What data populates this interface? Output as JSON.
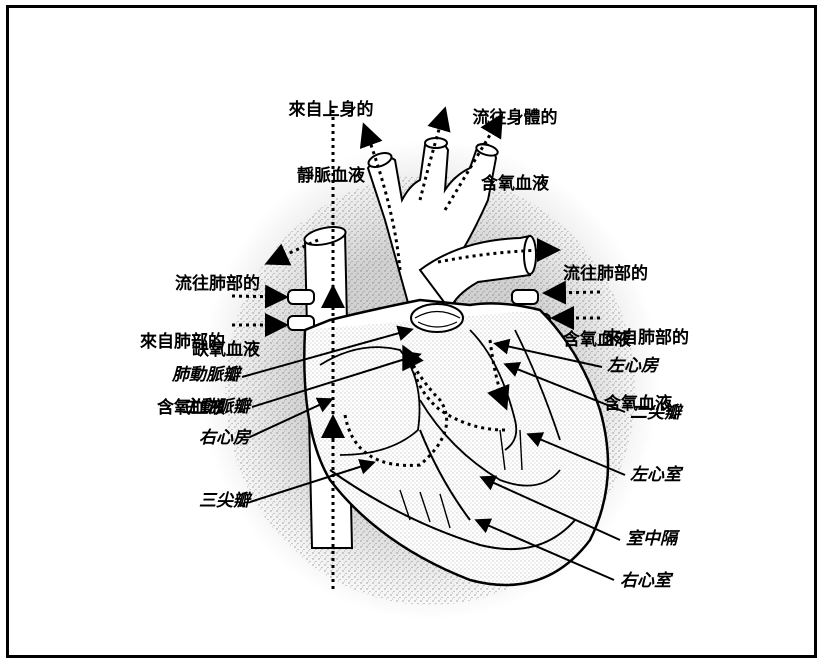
{
  "labels": {
    "svc_venous_1": "來自上身的",
    "svc_venous_2": "靜脈血液",
    "aorta_out_1": "流往身體的",
    "aorta_out_2": "含氧血液",
    "pa_out_left_1": "流往肺部的",
    "pa_out_left_2": "缺氧血液",
    "pv_in_left_1": "來自肺部的",
    "pv_in_left_2": "含氧血液",
    "pa_out_right_1": "流往肺部的",
    "pa_out_right_2": "含氧血液",
    "pv_in_right_1": "來自肺部的",
    "pv_in_right_2": "含氧血液",
    "pulmonary_valve": "肺動脈瓣",
    "aortic_valve": "主動脈瓣",
    "right_atrium": "右心房",
    "tricuspid_valve": "三尖瓣",
    "left_atrium": "左心房",
    "mitral_valve": "二尖瓣",
    "left_ventricle": "左心室",
    "septum": "室中隔",
    "right_ventricle": "右心室"
  },
  "colors": {
    "ink": "#000000",
    "paper": "#ffffff",
    "stipple": "#6b6b6b"
  }
}
